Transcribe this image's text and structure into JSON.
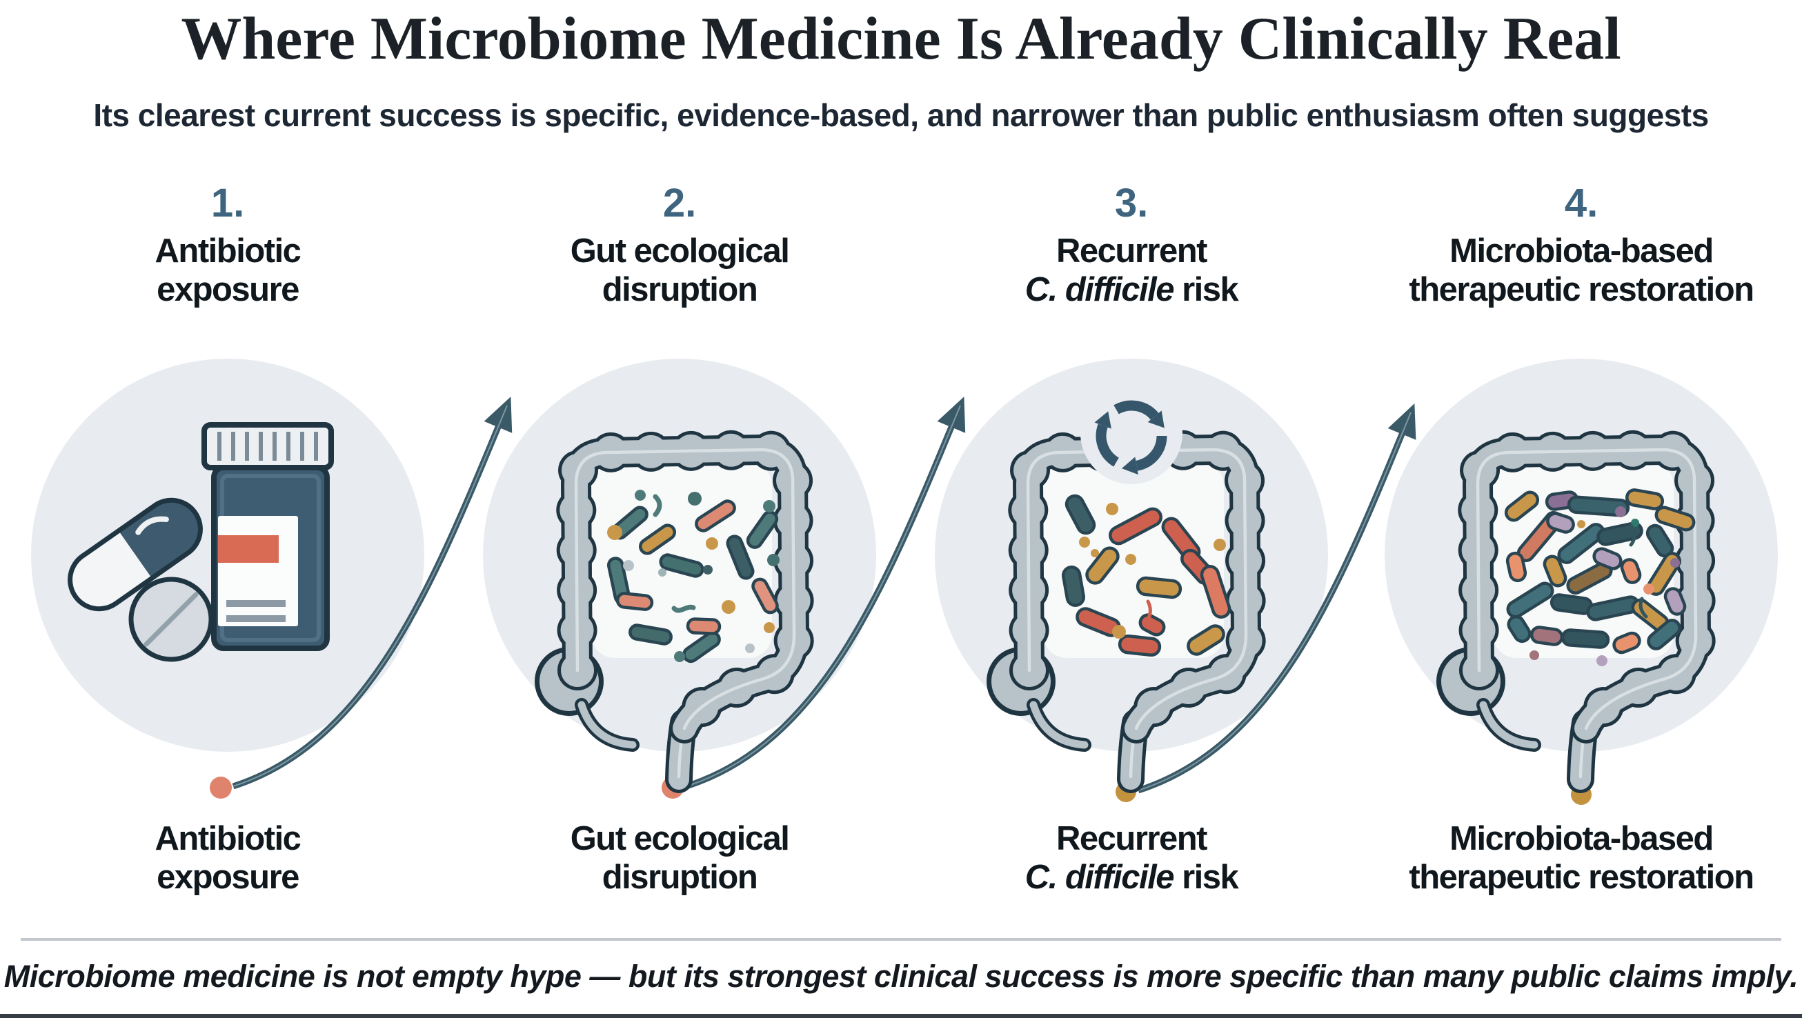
{
  "title": "Where Microbiome Medicine Is Already Clinically Real",
  "subtitle": "Its clearest current success is specific, evidence-based, and narrower than public enthusiasm often suggests",
  "footer_note": "Microbiome medicine is not empty hype — but its strongest clinical success is more specific than many public claims imply.",
  "steps": [
    {
      "number": "1.",
      "label_line1": "Antibiotic",
      "label_italic": "",
      "label_line2": "exposure",
      "icon": "antibiotic-pills-icon",
      "dot_color": "#e0836d"
    },
    {
      "number": "2.",
      "label_line1": "Gut ecological",
      "label_italic": "",
      "label_line2": "disruption",
      "icon": "gut-sparse-microbiome-icon",
      "dot_color": "#e0836d"
    },
    {
      "number": "3.",
      "label_line1": "Recurrent",
      "label_italic": "C. difficile",
      "label_line2": " risk",
      "icon": "gut-recurrence-cycle-icon",
      "dot_color": "#c3923f"
    },
    {
      "number": "4.",
      "label_line1": "Microbiota-based",
      "label_italic": "",
      "label_line2": "therapeutic restoration",
      "icon": "gut-diverse-microbiome-icon",
      "dot_color": "#c3923f"
    }
  ],
  "colors": {
    "step_number": "#3e6480",
    "heading_text": "#10181d",
    "arrow": "#3a5a68",
    "circle_bg": "#e8ecf0",
    "gut_wall": "#b7c2c9",
    "gut_outline": "#1f3542",
    "divider": "#c1c7cc",
    "bottom_edge": "#373d44",
    "salmon_dot": "#e0836d",
    "gold_dot": "#c3923f",
    "microbe_palette": [
      "#4e7a79",
      "#3c5f66",
      "#dd8a74",
      "#c9974a",
      "#cd604e",
      "#dd7a62",
      "#8b6f94",
      "#b3a0bd",
      "#8a6b42",
      "#a3737c",
      "#41707a",
      "#33565e",
      "#e8936e"
    ]
  }
}
